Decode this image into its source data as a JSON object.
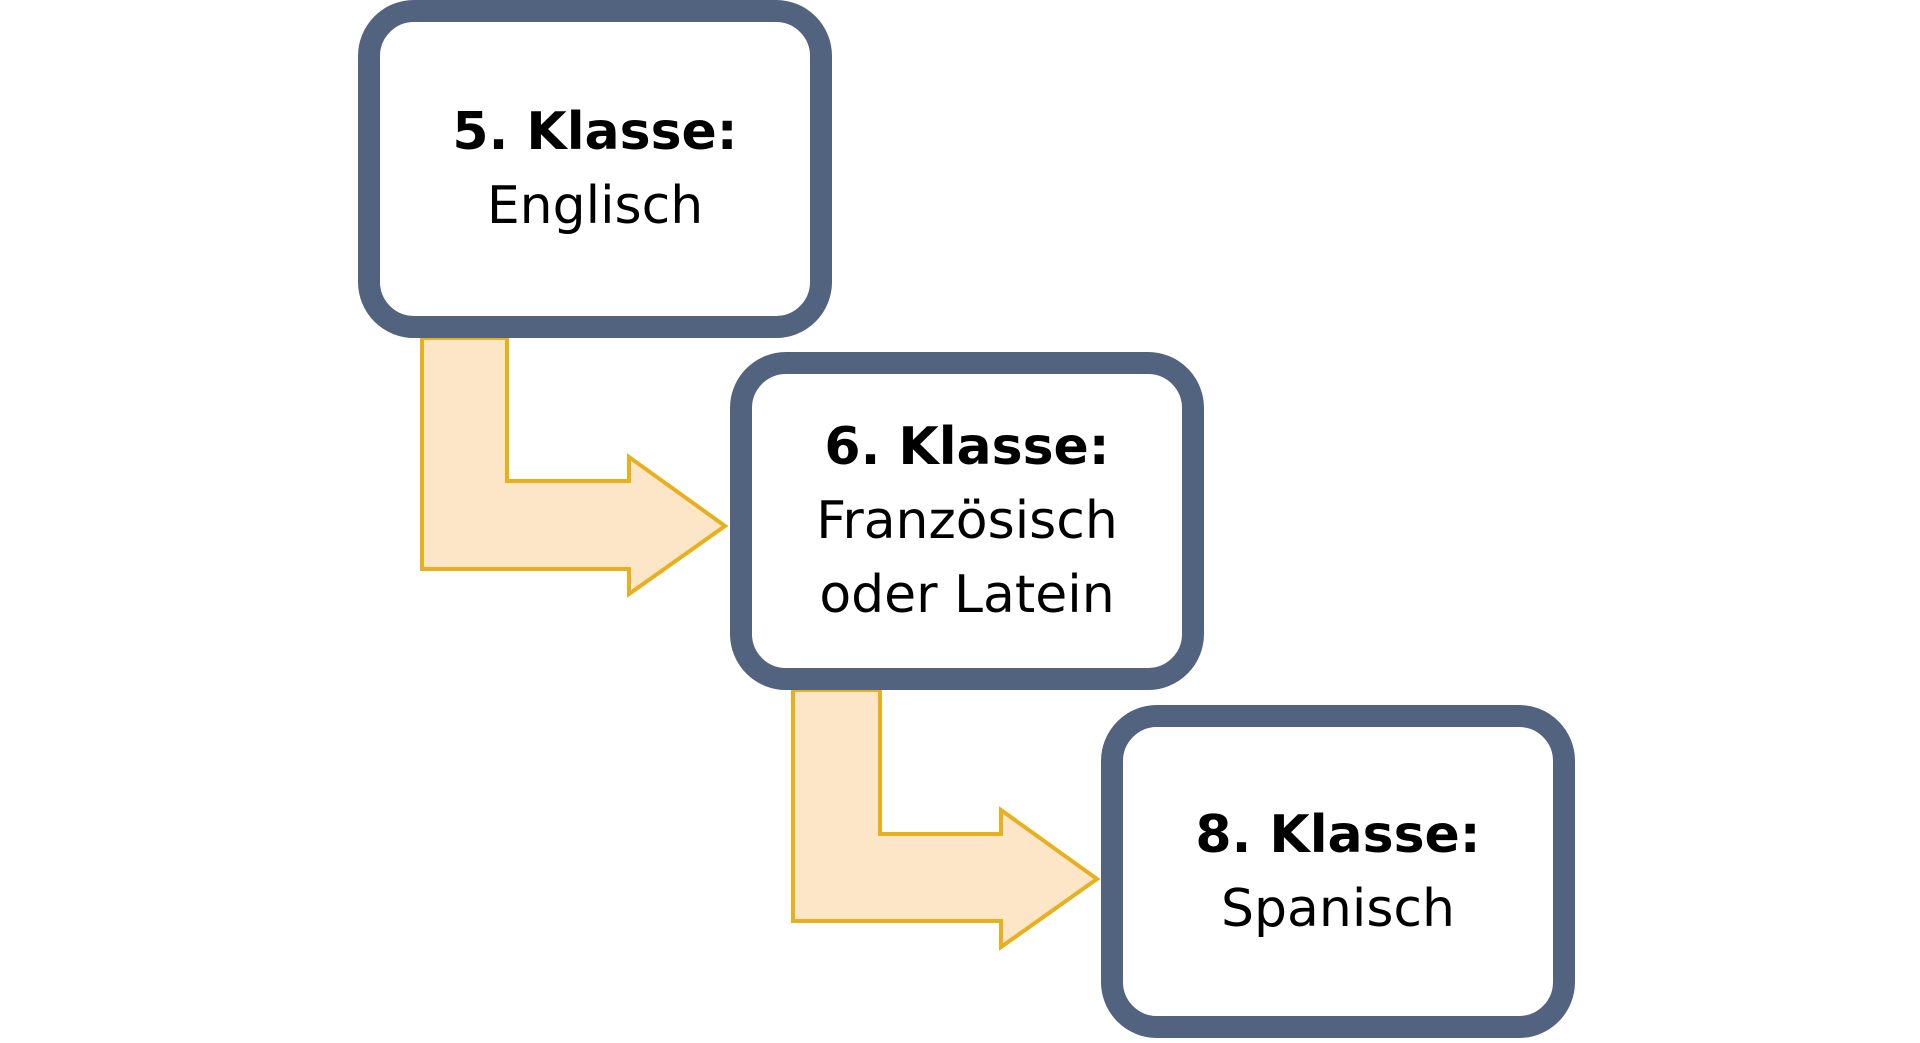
{
  "steps": [
    {
      "grade": "5. Klasse:",
      "subject_lines": [
        "Englisch"
      ]
    },
    {
      "grade": "6. Klasse:",
      "subject_lines": [
        "Französisch",
        "oder Latein"
      ]
    },
    {
      "grade": "8. Klasse:",
      "subject_lines": [
        "Spanisch"
      ]
    }
  ],
  "colors": {
    "box_border": "#51637e",
    "box_fill": "#ffffff",
    "arrow_fill": "#fde5c8",
    "arrow_stroke": "#e6b01f",
    "text": "#000000"
  }
}
